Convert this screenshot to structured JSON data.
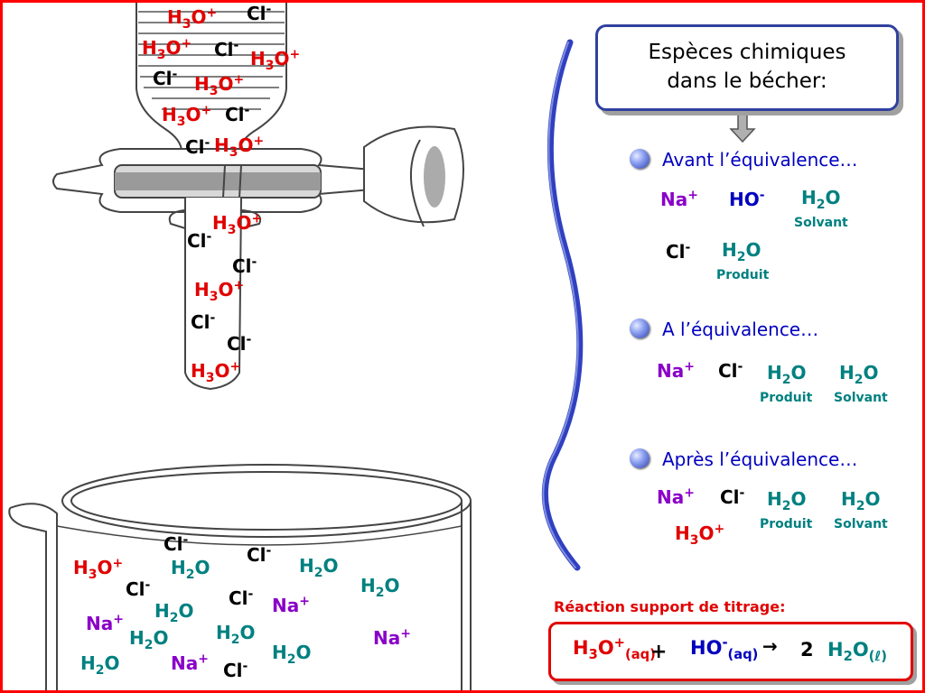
{
  "title": {
    "line1": "Espèces chimiques",
    "line2": "dans le bécher:"
  },
  "burette_species": {
    "h3o": "H",
    "sub3": "3",
    "o": "O",
    "plus": "+",
    "cl": "Cl",
    "minus": "-"
  },
  "beaker_species": {
    "h2o_h": "H",
    "h2o_sub": "2",
    "h2o_o": "O",
    "na": "Na",
    "plus": "+",
    "cl": "Cl",
    "minus": "-"
  },
  "steps": [
    {
      "label": "Avant l’équivalence…",
      "species": [
        "Na+",
        "HO-",
        "H2O",
        "Cl-",
        "H2O"
      ],
      "notes": [
        "Solvant",
        "Produit"
      ]
    },
    {
      "label": "A l’équivalence…",
      "species": [
        "Na+",
        "Cl-",
        "H2O",
        "H2O"
      ],
      "notes": [
        "Produit",
        "Solvant"
      ]
    },
    {
      "label": "Après l’équivalence…",
      "species": [
        "Na+",
        "Cl-",
        "H2O",
        "H2O",
        "H3O+"
      ],
      "notes": [
        "Produit",
        "Solvant"
      ]
    }
  ],
  "labels": {
    "solvant": "Solvant",
    "produit": "Produit"
  },
  "reaction": {
    "title": "Réaction support de titrage:",
    "h3o": "H",
    "sub3": "3",
    "o": "O",
    "plus_charge": "+",
    "aq": "(aq)",
    "plus_sign": "+",
    "ho": "HO",
    "minus_charge": "-",
    "arrow": "→",
    "coef": "2",
    "h2o_h": "H",
    "h2o_sub": "2",
    "h2o_o": "O",
    "liquid": "(ℓ)"
  },
  "colors": {
    "border": "#ff0000",
    "acid": "#e10000",
    "base": "#0000c0",
    "water": "#008080",
    "sodium": "#8a00c8",
    "accent": "#3040a0"
  }
}
